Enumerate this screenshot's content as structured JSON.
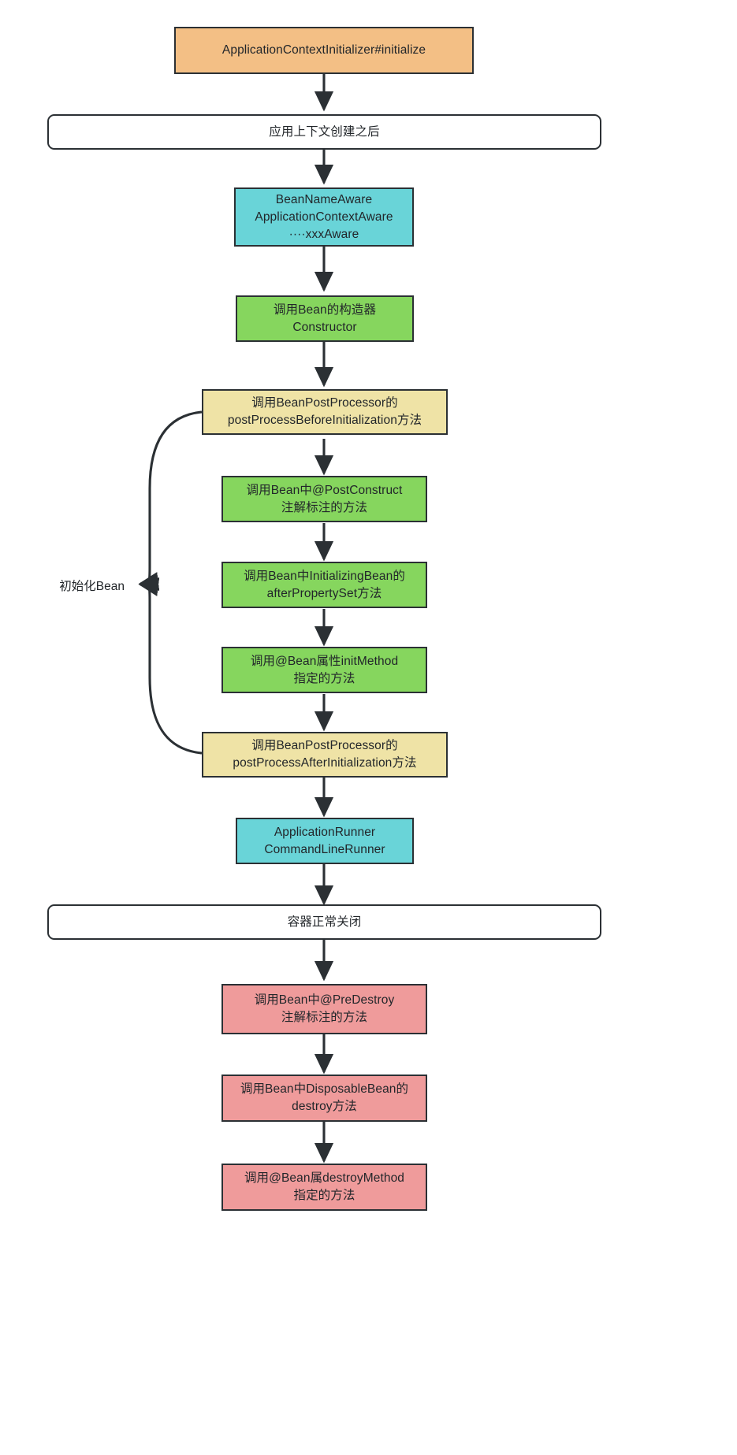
{
  "diagram": {
    "title": "Spring Bean lifecycle flowchart",
    "colors": {
      "orange": "#f3bf85",
      "cyan": "#69d4d8",
      "green": "#86d65e",
      "yellow": "#efe3a6",
      "red": "#ef9b9b",
      "band": "#ffffff",
      "stroke": "#2b3034",
      "text": "#22262a"
    },
    "side_label": "初始化Bean",
    "nodes": [
      {
        "id": "n1",
        "shape": "rect",
        "color": "orange",
        "lines": [
          "ApplicationContextInitializer#initialize"
        ]
      },
      {
        "id": "n2",
        "shape": "band",
        "color": "band",
        "lines": [
          "应用上下文创建之后"
        ]
      },
      {
        "id": "n3",
        "shape": "rect",
        "color": "cyan",
        "lines": [
          "BeanNameAware",
          "ApplicationContextAware",
          "····xxxAware"
        ]
      },
      {
        "id": "n4",
        "shape": "rect",
        "color": "green",
        "lines": [
          "调用Bean的构造器",
          "Constructor"
        ]
      },
      {
        "id": "n5",
        "shape": "rect",
        "color": "yellow",
        "lines": [
          "调用BeanPostProcessor的",
          "postProcessBeforeInitialization方法"
        ]
      },
      {
        "id": "n6",
        "shape": "rect",
        "color": "green",
        "lines": [
          "调用Bean中@PostConstruct",
          "注解标注的方法"
        ]
      },
      {
        "id": "n7",
        "shape": "rect",
        "color": "green",
        "lines": [
          "调用Bean中InitializingBean的",
          "afterPropertySet方法"
        ]
      },
      {
        "id": "n8",
        "shape": "rect",
        "color": "green",
        "lines": [
          "调用@Bean属性initMethod",
          "指定的方法"
        ]
      },
      {
        "id": "n9",
        "shape": "rect",
        "color": "yellow",
        "lines": [
          "调用BeanPostProcessor的",
          "postProcessAfterInitialization方法"
        ]
      },
      {
        "id": "n10",
        "shape": "rect",
        "color": "cyan",
        "lines": [
          "ApplicationRunner",
          "CommandLineRunner"
        ]
      },
      {
        "id": "n11",
        "shape": "band",
        "color": "band",
        "lines": [
          "容器正常关闭"
        ]
      },
      {
        "id": "n12",
        "shape": "rect",
        "color": "red",
        "lines": [
          "调用Bean中@PreDestroy",
          "注解标注的方法"
        ]
      },
      {
        "id": "n13",
        "shape": "rect",
        "color": "red",
        "lines": [
          "调用Bean中DisposableBean的",
          "destroy方法"
        ]
      },
      {
        "id": "n14",
        "shape": "rect",
        "color": "red",
        "lines": [
          "调用@Bean属destroyMethod",
          "指定的方法"
        ]
      }
    ],
    "edges": [
      {
        "from": "n1",
        "to": "n2"
      },
      {
        "from": "n2",
        "to": "n3"
      },
      {
        "from": "n3",
        "to": "n4"
      },
      {
        "from": "n4",
        "to": "n5"
      },
      {
        "from": "n5",
        "to": "n6"
      },
      {
        "from": "n6",
        "to": "n7"
      },
      {
        "from": "n7",
        "to": "n8"
      },
      {
        "from": "n8",
        "to": "n9"
      },
      {
        "from": "n9",
        "to": "n10"
      },
      {
        "from": "n10",
        "to": "n11"
      },
      {
        "from": "n11",
        "to": "n12"
      },
      {
        "from": "n12",
        "to": "n13"
      },
      {
        "from": "n13",
        "to": "n14"
      },
      {
        "from": "n5",
        "to": "side_label",
        "style": "curved-bracket"
      },
      {
        "from": "n9",
        "to": "side_label",
        "style": "curved-bracket"
      }
    ]
  }
}
